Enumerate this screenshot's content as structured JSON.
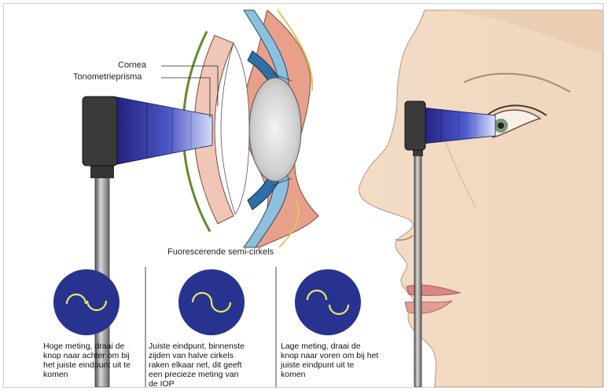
{
  "labels": {
    "cornea": "Cornea",
    "prism": "Tonometrieprisma",
    "semicircles_title": "Fuorescerende semi-cirkels"
  },
  "panels": [
    {
      "caption": "Hoge meting, draai de knop naar achter om bij het juiste eindpunt uit te komen",
      "state": "high"
    },
    {
      "caption": "Juiste eindpunt, binnenste zijden van halve cirkels raken elkaar net, dit geeft een precieze meting van de IOP",
      "state": "correct"
    },
    {
      "caption": "Lage meting, draai de knop naar voren om bij het juiste eindpunt uit te komen",
      "state": "low"
    }
  ],
  "colors": {
    "prism_dark": "#2a2a8a",
    "prism_light": "#b9c4f0",
    "circle_fill": "#27338f",
    "semicircle_stroke": "#e9ea63",
    "skin": "#f1d9c2",
    "cornea": "#f0c7b7",
    "sclera": "#8dc0dc",
    "lens": "#d8d8d8"
  }
}
